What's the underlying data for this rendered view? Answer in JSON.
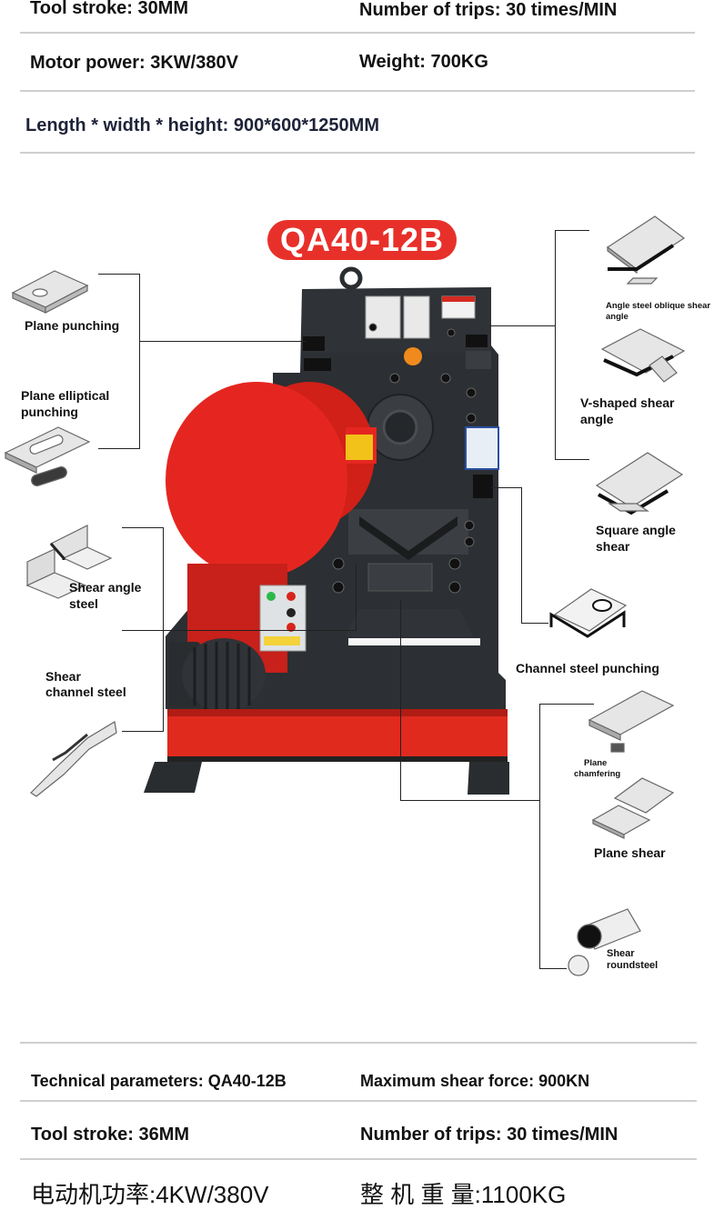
{
  "top_specs": {
    "tool_stroke": "Tool stroke: 30MM",
    "trips": "Number of trips: 30 times/MIN",
    "motor_power": "Motor power: 3KW/380V",
    "weight": "Weight: 700KG",
    "dimensions": "Length * width * height: 900*600*1250MM"
  },
  "model": "QA40-12B",
  "left_labels": {
    "plane_punching": "Plane punching",
    "plane_elliptical_1": "Plane elliptical",
    "plane_elliptical_2": "punching",
    "shear_angle_1": "Shear angle",
    "shear_angle_2": "steel",
    "shear_channel_1": "Shear",
    "shear_channel_2": "channel steel"
  },
  "right_labels": {
    "angle_oblique_1": "Angle steel oblique shear",
    "angle_oblique_2": "angle",
    "v_shaped_1": "V-shaped shear",
    "v_shaped_2": "angle",
    "square_angle_1": "Square angle",
    "square_angle_2": "shear",
    "channel_punching": "Channel steel punching",
    "plane_chamfer_1": "Plane",
    "plane_chamfer_2": "chamfering",
    "plane_shear": "Plane shear",
    "round_1": "Shear",
    "round_2": "roundsteel"
  },
  "bottom_specs": {
    "technical": "Technical parameters: QA40-12B",
    "max_force": "Maximum shear force: 900KN",
    "tool_stroke": "Tool stroke: 36MM",
    "trips": "Number of trips: 30 times/MIN",
    "cut_left": "电动机功率:4KW/380V",
    "cut_right": "整 机 重 量:1100KG"
  },
  "colors": {
    "accent_red": "#e8302a",
    "machine_black": "#2a2d30"
  }
}
